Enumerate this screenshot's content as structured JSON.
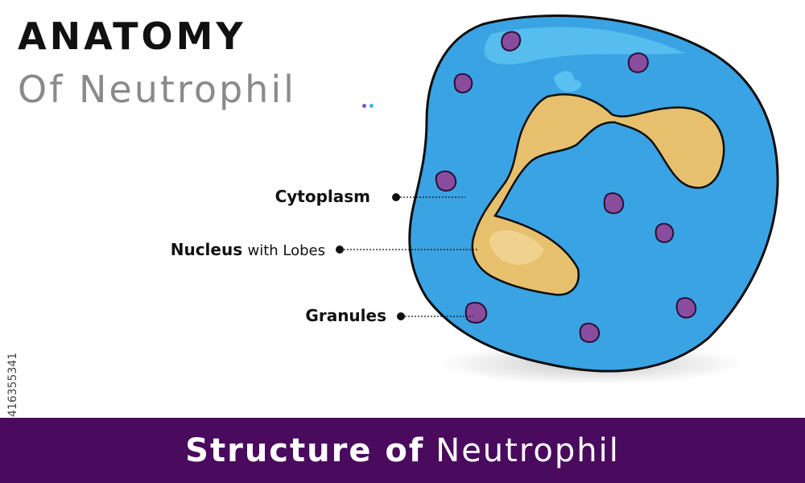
{
  "title": {
    "line1": "ANATOMY",
    "line2": "Of Neutrophil"
  },
  "labels": {
    "cytoplasm": "Cytoplasm",
    "nucleus": "Nucleus",
    "nucleus_suffix": "with Lobes",
    "granules": "Granules"
  },
  "footer": {
    "bold": "Structure of",
    "regular": "Neutrophil"
  },
  "side_code": "416355341",
  "colors": {
    "cytoplasm": "#3aa3e3",
    "nucleus": "#e7c06e",
    "granule": "#8a4d9e",
    "banner": "#4a0a5e",
    "dot_purple": "#7b4fd6",
    "dot_cyan": "#35b9e8"
  }
}
